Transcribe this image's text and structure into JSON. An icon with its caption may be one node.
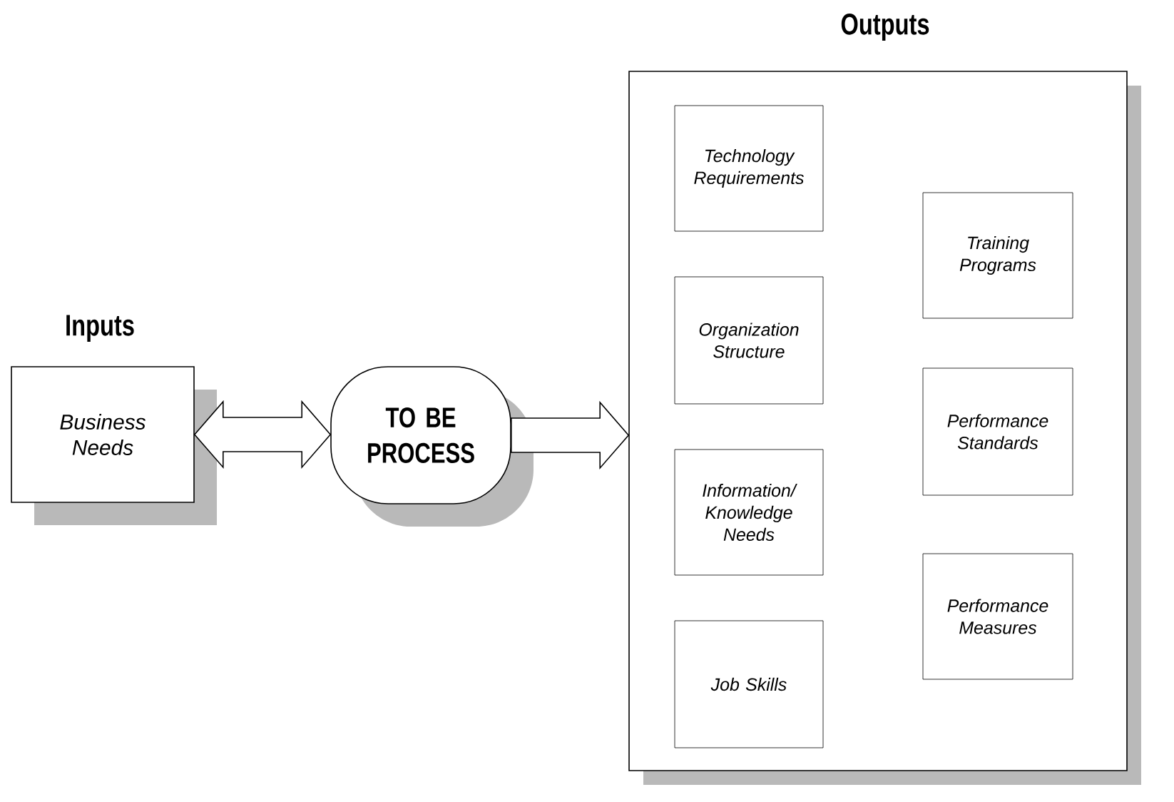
{
  "diagram": {
    "nodes": [
      {
        "text": [
          "Inputs",
          "Business Needs"
        ]
      },
      {
        "text": [
          "TO BE PROCESS"
        ]
      },
      {
        "text": [
          "Outputs"
        ]
      },
      {
        "text": [
          "Technology Requirements"
        ],
        "in": 2
      },
      {
        "text": [
          "Organization Structure"
        ],
        "in": 2
      },
      {
        "text": [
          "Information/ Knowledge Needs"
        ],
        "in": 2
      },
      {
        "text": [
          "Job Skills"
        ],
        "in": 2
      },
      {
        "text": [
          "Training Programs"
        ],
        "in": 2
      },
      {
        "text": [
          "Performance Standards"
        ],
        "in": 2
      },
      {
        "text": [
          "Performance Measures"
        ],
        "in": 2
      }
    ],
    "edges": [
      {
        "from": 0,
        "to": 1,
        "arrow": "both"
      },
      {
        "from": 1,
        "to": 2,
        "arrow": "to"
      }
    ]
  }
}
